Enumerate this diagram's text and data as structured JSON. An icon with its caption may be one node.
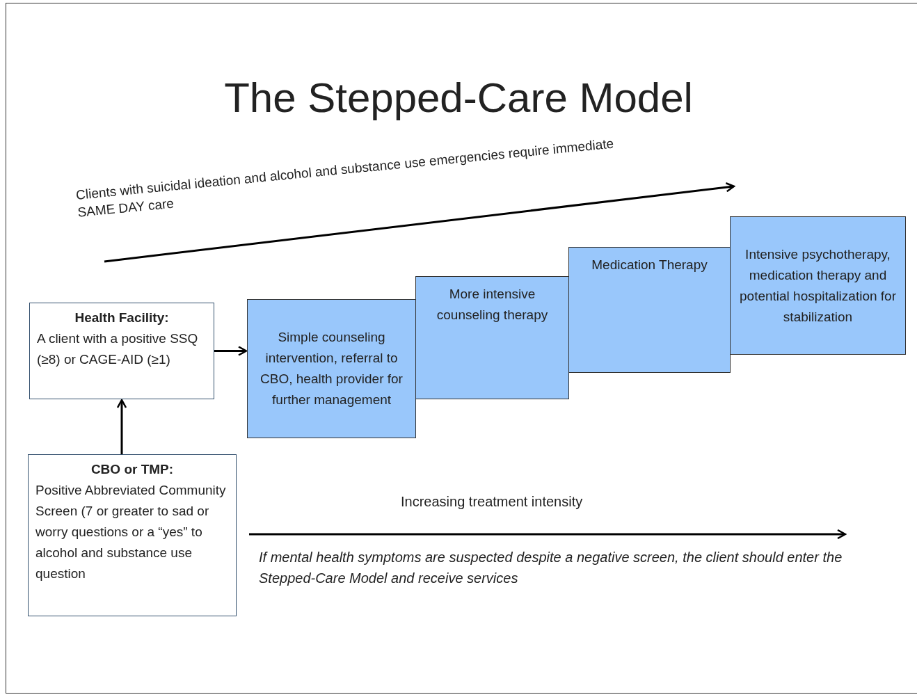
{
  "diagram": {
    "title": "The Stepped-Care Model",
    "nodes": [
      {
        "text": [
          "Health Facility:",
          "A client with a positive SSQ (≥8) or CAGE-AID (≥1)"
        ]
      },
      {
        "text": [
          "CBO or TMP:",
          "Positive Abbreviated Community Screen (7 or greater to sad or worry questions or a “yes” to alcohol and substance use question"
        ]
      },
      {
        "text": [
          "Simple counseling intervention, referral to CBO, health provider for further management"
        ]
      },
      {
        "text": [
          "More intensive counseling therapy"
        ]
      },
      {
        "text": [
          "Medication Therapy"
        ]
      },
      {
        "text": [
          "Intensive psychotherapy, medication therapy and potential hospitalization for stabilization"
        ]
      }
    ],
    "edges": [
      {
        "from": 1,
        "to": 0,
        "arrow": "to"
      },
      {
        "from": 0,
        "to": 2,
        "arrow": "to"
      }
    ],
    "labels": [
      "Clients with suicidal ideation and alcohol and substance use emergencies require immediate SAME DAY care",
      "Increasing treatment intensity",
      "If mental health symptoms are suspected  despite a negative screen, the client should enter the Stepped-Care Model and receive services"
    ]
  }
}
